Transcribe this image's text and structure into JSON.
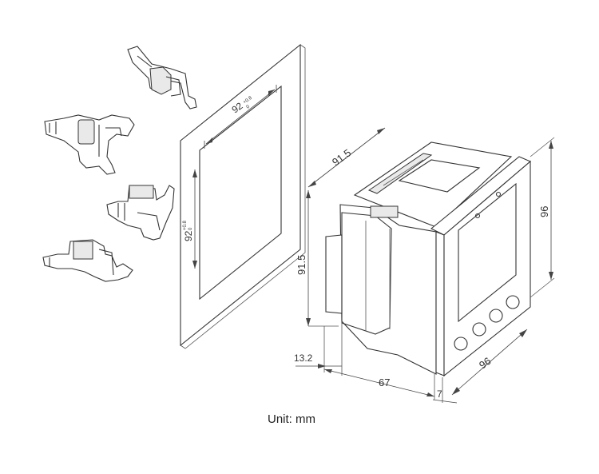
{
  "panel_cutout": {
    "width_label": "92",
    "width_tolerance": "+0.8",
    "width_tolerance_lower": "0",
    "height_label": "92",
    "height_tolerance": "+0.8",
    "height_tolerance_lower": "0"
  },
  "meter_dimensions": {
    "depth_top": "91.5",
    "height_side": "91.5",
    "front_height": "96",
    "front_width": "96",
    "body_depth": "67",
    "bezel_depth": "7",
    "rear_protrusion": "13.2"
  },
  "caption": "Unit: mm"
}
